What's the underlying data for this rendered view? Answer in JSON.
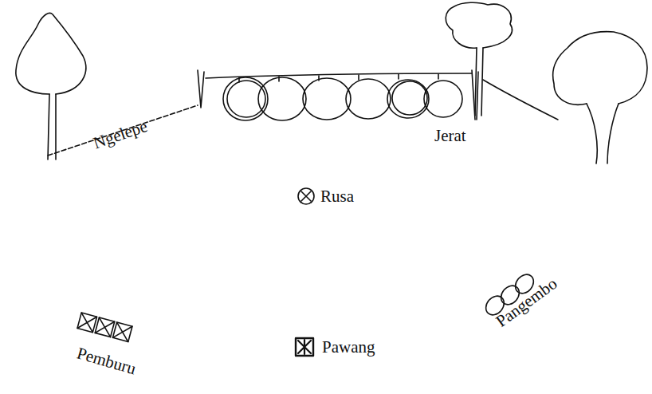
{
  "diagram": {
    "labels": [
      "Ngelepe",
      "Jerat",
      "Rusa",
      "Pemburu",
      "Pawang",
      "Pangembo"
    ]
  }
}
